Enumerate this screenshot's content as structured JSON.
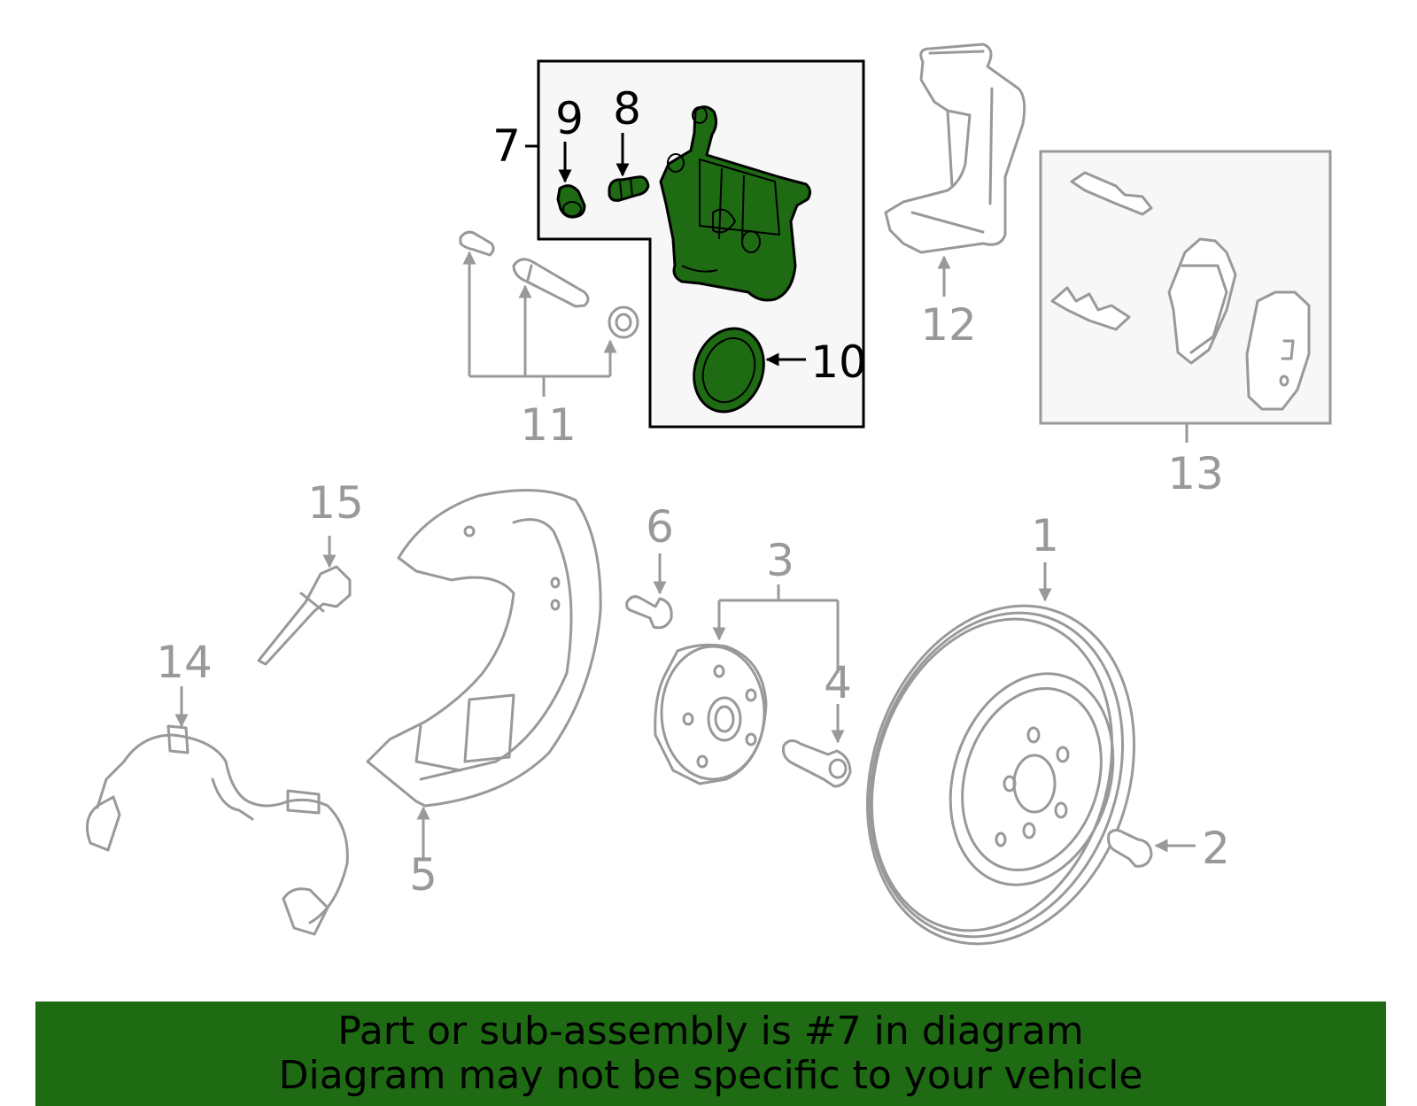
{
  "callouts": {
    "c1": "1",
    "c2": "2",
    "c3": "3",
    "c4": "4",
    "c5": "5",
    "c6": "6",
    "c7": "7",
    "c8": "8",
    "c9": "9",
    "c10": "10",
    "c11": "11",
    "c12": "12",
    "c13": "13",
    "c14": "14",
    "c15": "15"
  },
  "banner": {
    "line1": "Part or sub-assembly is #7 in diagram",
    "line2": "Diagram may not be specific to your vehicle"
  },
  "colors": {
    "highlight": "#1e6b14",
    "part_outline": "#999999",
    "background": "#ffffff"
  }
}
